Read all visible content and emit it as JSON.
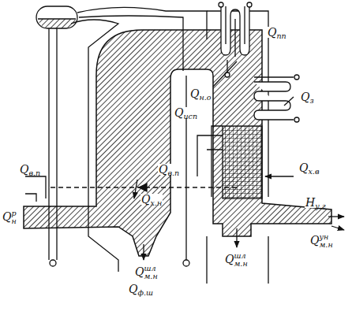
{
  "diagram": {
    "labels": [
      "Qпп",
      "Qн.о",
      "Qз",
      "Qисп",
      "Qв.п",
      "Qв.п",
      "Qнр",
      "Qх.н",
      "Qх.в",
      "Hу.г",
      "Qм.нун",
      "Qм.ншл",
      "Qф.ш",
      "Qм.ншл"
    ]
  }
}
